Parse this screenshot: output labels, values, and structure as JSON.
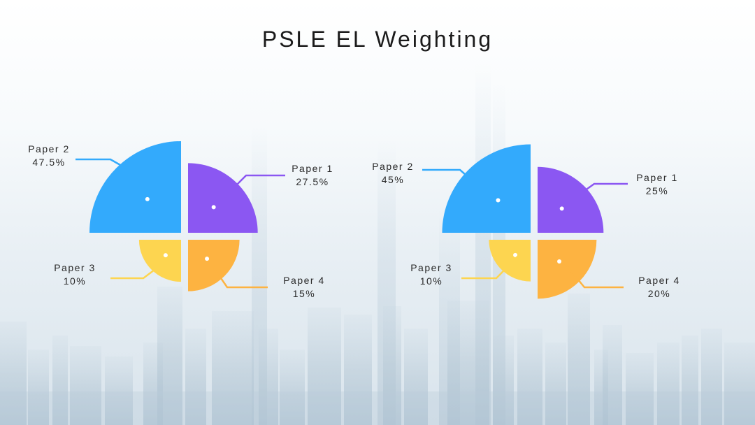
{
  "title": "PSLE EL Weighting",
  "colors": {
    "paper1": "#8b57f2",
    "paper2": "#33aafc",
    "paper3": "#fdd550",
    "paper4": "#fdb341"
  },
  "chart_data": [
    {
      "type": "pie",
      "style": "rose (radius scaled by share)",
      "categories": [
        "Paper 1",
        "Paper 2",
        "Paper 3",
        "Paper 4"
      ],
      "values": [
        27.5,
        47.5,
        10,
        15
      ],
      "value_labels": [
        "27.5%",
        "47.5%",
        "10%",
        "15%"
      ],
      "legend": "callout labels"
    },
    {
      "type": "pie",
      "style": "rose (radius scaled by share)",
      "categories": [
        "Paper 1",
        "Paper 2",
        "Paper 3",
        "Paper 4"
      ],
      "values": [
        25,
        45,
        10,
        20
      ],
      "value_labels": [
        "25%",
        "45%",
        "10%",
        "20%"
      ],
      "legend": "callout labels"
    }
  ]
}
